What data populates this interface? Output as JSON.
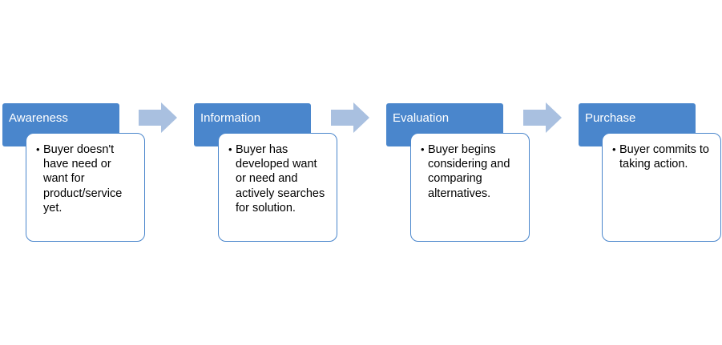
{
  "stages": [
    {
      "title": "Awareness",
      "description": "Buyer doesn't have need or want for product/service yet."
    },
    {
      "title": "Information",
      "description": "Buyer has developed want or need and actively searches for solution."
    },
    {
      "title": "Evaluation",
      "description": "Buyer begins considering and comparing alternatives."
    },
    {
      "title": "Purchase",
      "description": "Buyer commits to taking action."
    }
  ],
  "colors": {
    "header_fill": "#4a86cc",
    "card_border": "#4a86cc",
    "arrow_fill": "#a9c0e0"
  },
  "icons": {
    "arrow": "right-arrow-icon",
    "bullet": "bullet-icon"
  }
}
